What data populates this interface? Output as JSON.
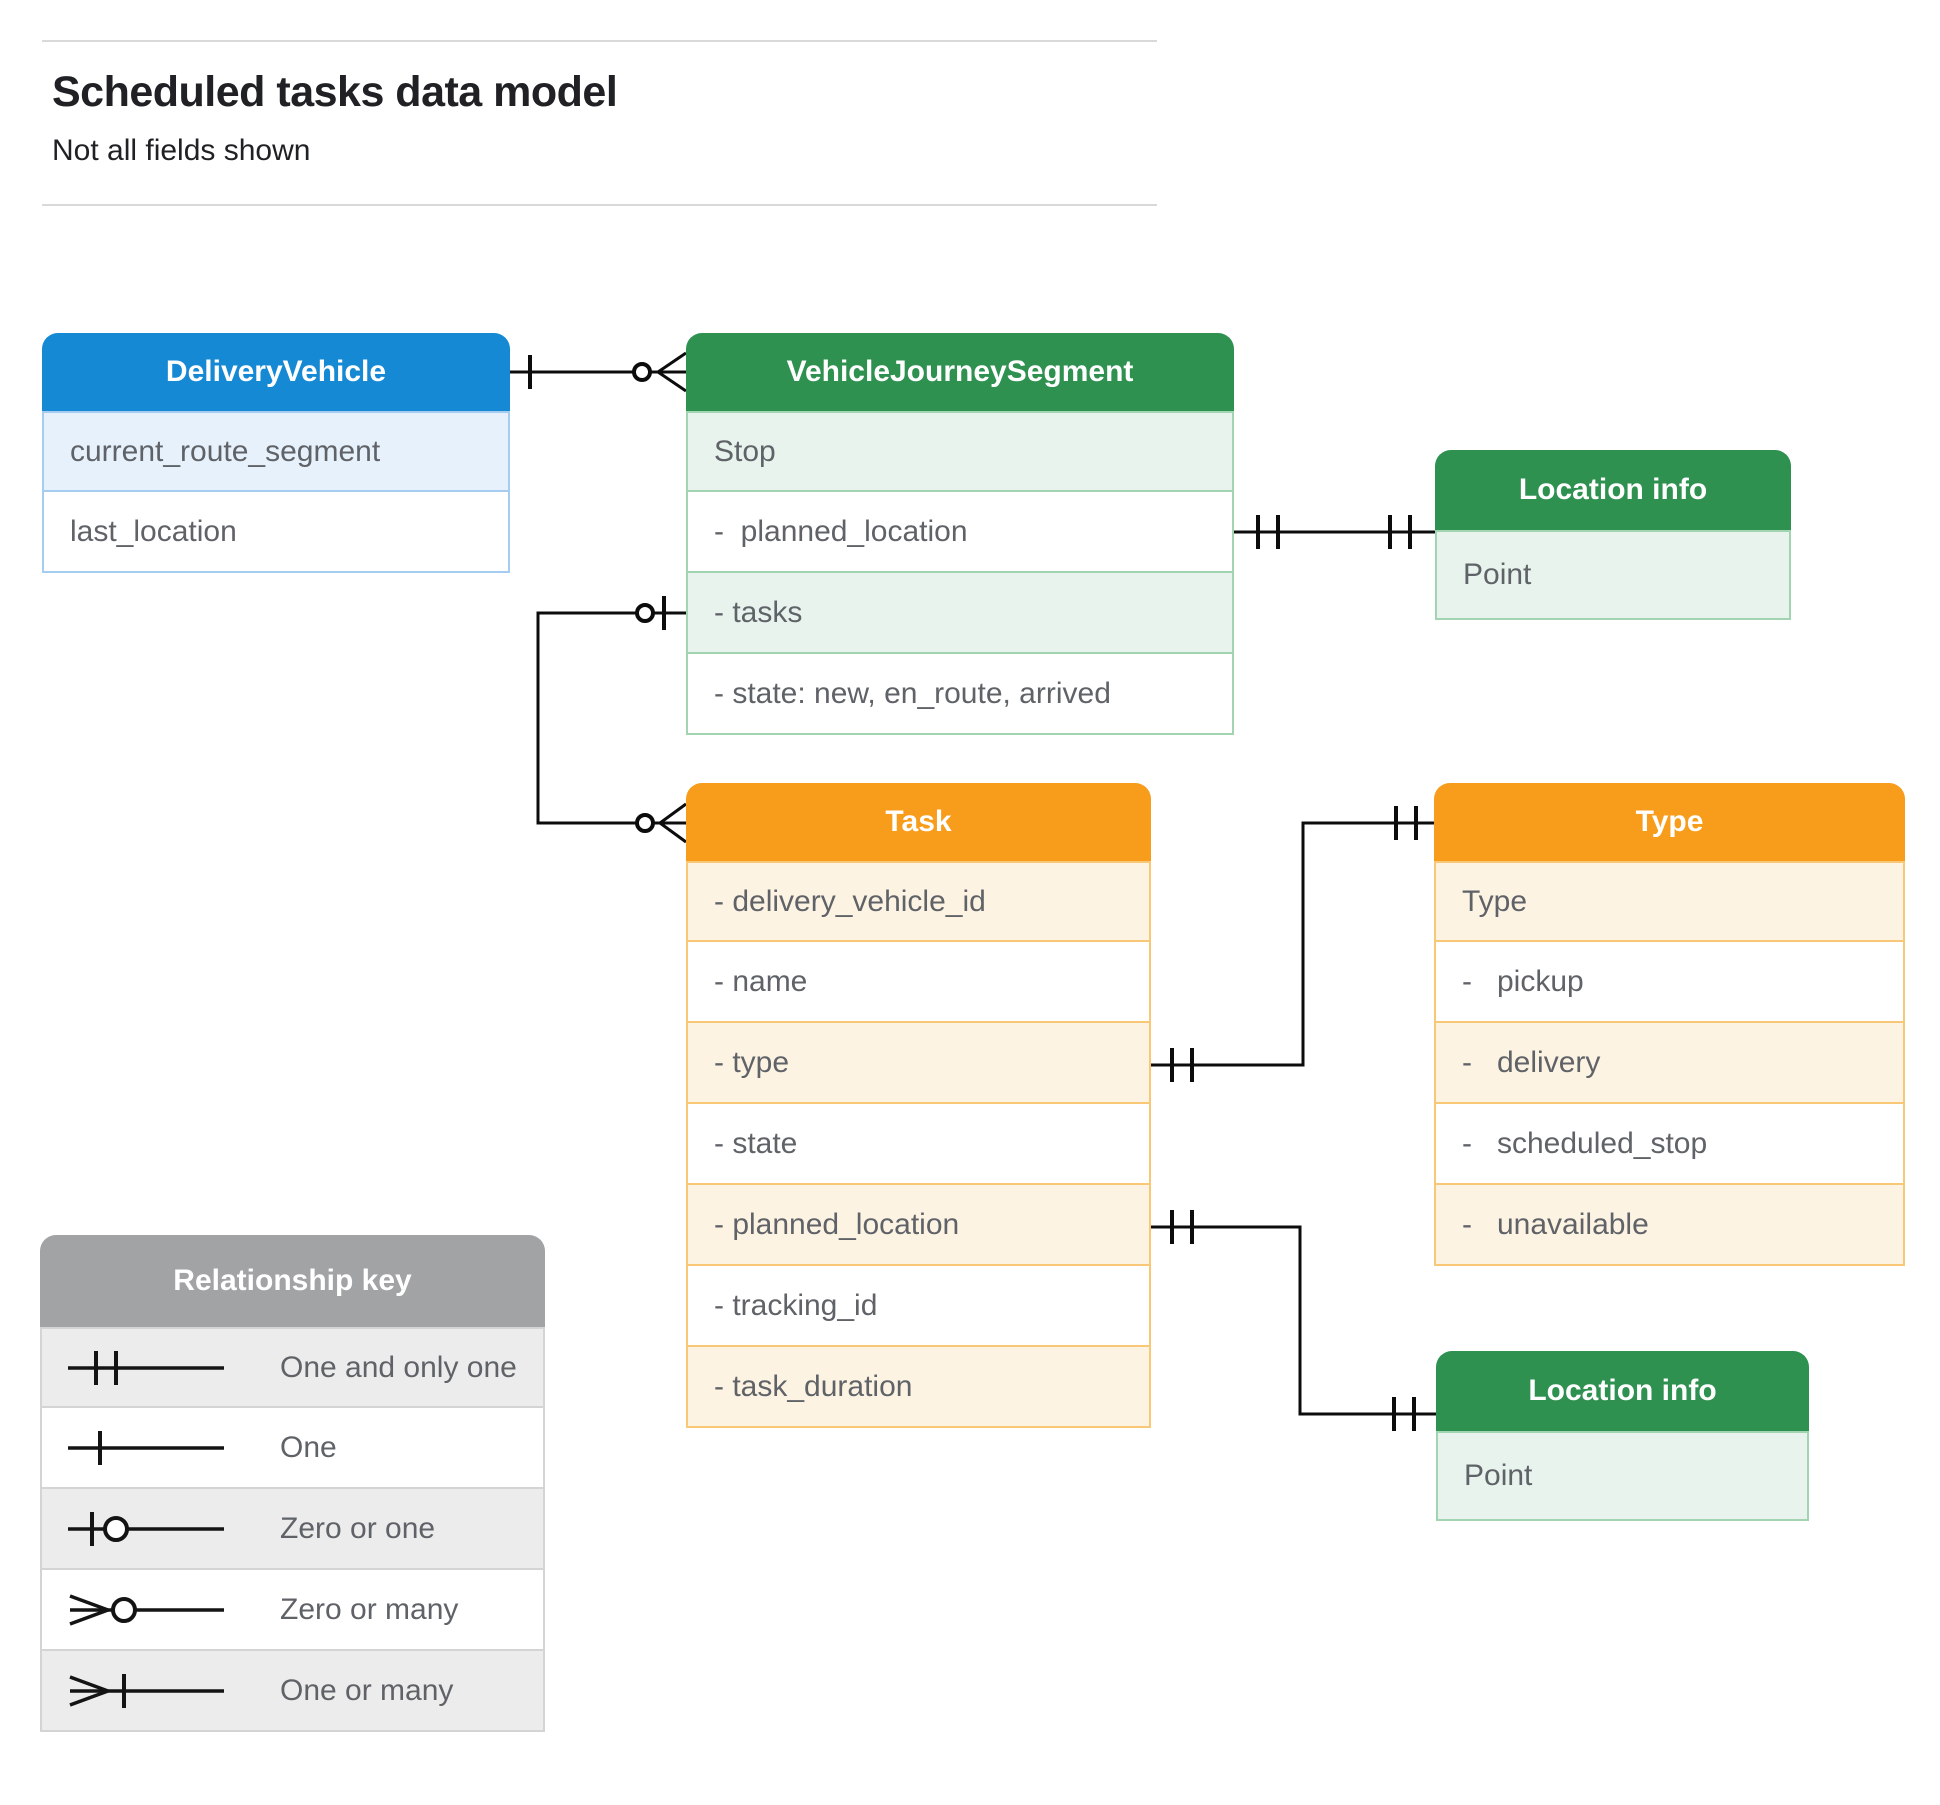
{
  "page": {
    "title": "Scheduled tasks data model",
    "subtitle": "Not all fields shown"
  },
  "colors": {
    "blue": "#1589d3",
    "blue_tint": "#e7f1fb",
    "blue_border": "#a6cdf0",
    "green": "#2e9150",
    "green_tint": "#e8f3ed",
    "green_border": "#a3d4b1",
    "orange": "#f89c1c",
    "orange_tint": "#fdf3e3",
    "orange_border": "#f8c876",
    "gray": "#a1a3a5",
    "gray_tint": "#ececec",
    "gray_border": "#d4d4d4",
    "field_text": "#5f6368",
    "title_text": "#202124",
    "wire": "#0c0c0c"
  },
  "entities": {
    "delivery_vehicle": {
      "title": "DeliveryVehicle",
      "rows": [
        "current_route_segment",
        "last_location"
      ]
    },
    "vehicle_journey_segment": {
      "title": "VehicleJourneySegment",
      "rows": [
        "Stop",
        "-  planned_location",
        "- tasks",
        "- state: new, en_route, arrived"
      ]
    },
    "location_info_top": {
      "title": "Location info",
      "rows": [
        "Point"
      ]
    },
    "task": {
      "title": "Task",
      "rows": [
        "- delivery_vehicle_id",
        "- name",
        "- type",
        "- state",
        "- planned_location",
        "- tracking_id",
        "- task_duration"
      ]
    },
    "type": {
      "title": "Type",
      "rows": [
        "Type",
        "-   pickup",
        "-   delivery",
        "-   scheduled_stop",
        "-   unavailable"
      ]
    },
    "location_info_bottom": {
      "title": "Location info",
      "rows": [
        "Point"
      ]
    }
  },
  "legend": {
    "title": "Relationship key",
    "items": [
      "One and only one",
      "One",
      "Zero or one",
      "Zero or many",
      "One or many"
    ]
  },
  "connectors": [
    {
      "from": "DeliveryVehicle",
      "from_cardinality": "one",
      "to": "VehicleJourneySegment",
      "to_cardinality": "zero-or-many"
    },
    {
      "from": "VehicleJourneySegment.planned_location",
      "from_cardinality": "one-and-only-one",
      "to": "Location info (top)",
      "to_cardinality": "one-and-only-one"
    },
    {
      "from": "VehicleJourneySegment.tasks",
      "from_cardinality": "zero-or-one",
      "to": "Task",
      "to_cardinality": "zero-or-many"
    },
    {
      "from": "Task.type",
      "from_cardinality": "one-and-only-one",
      "to": "Type",
      "to_cardinality": "one-and-only-one"
    },
    {
      "from": "Task.planned_location",
      "from_cardinality": "one-and-only-one",
      "to": "Location info (bottom)",
      "to_cardinality": "one-and-only-one"
    }
  ]
}
